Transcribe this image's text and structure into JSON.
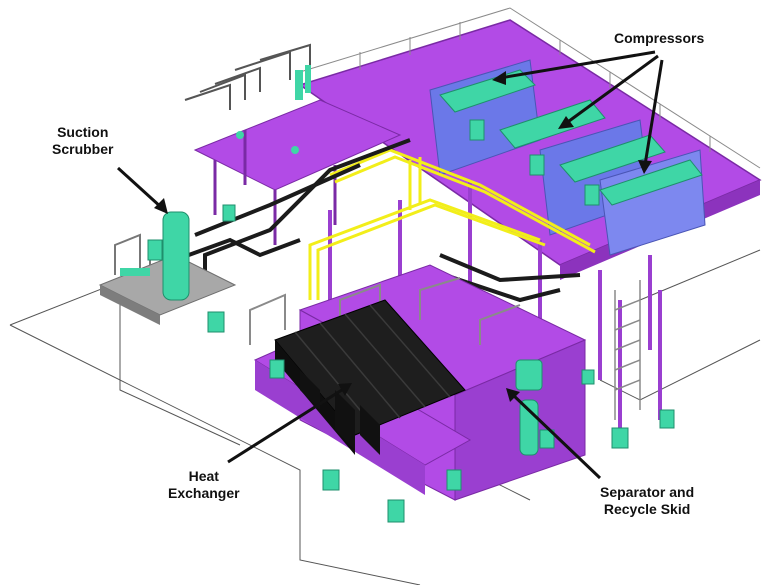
{
  "labels": {
    "compressors": "Compressors",
    "suction_line1": "Suction",
    "suction_line2": "Scrubber",
    "heat_line1": "Heat",
    "heat_line2": "Exchanger",
    "sep_line1": "Separator and",
    "sep_line2": "Recycle Skid"
  },
  "colors": {
    "structure": "#9a3fd0",
    "deck": "#b24be6",
    "equipment": "#3fd6a6",
    "yellow_pipe": "#f2ee1a",
    "dark_pipe": "#1b1b1b",
    "blue_panel": "#6b78e8",
    "gray_frame": "#8f8f8f",
    "ground_line": "#444444"
  }
}
